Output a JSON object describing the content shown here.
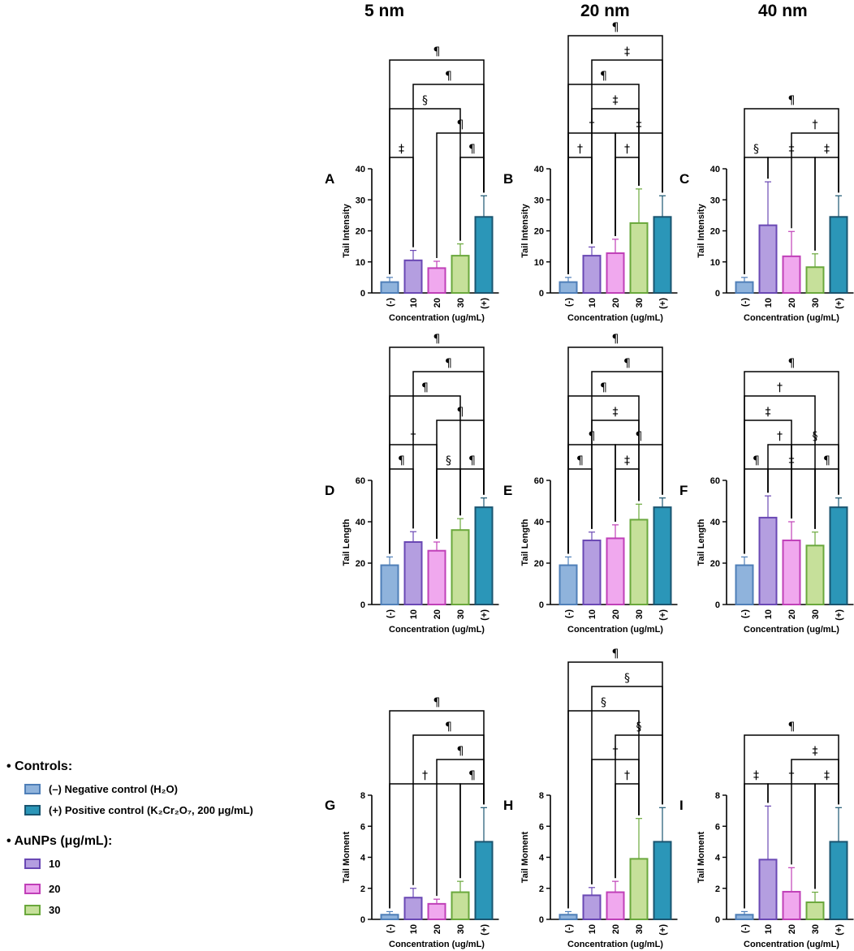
{
  "column_headers": [
    "5 nm",
    "20 nm",
    "40 nm"
  ],
  "legend": {
    "controls_title": "Controls:",
    "negative_label": "(–) Negative control (H₂O)",
    "positive_label": "(+) Positive control (K₂Cr₂O₇, 200 μg/mL)",
    "aunps_title": "AuNPs (μg/mL):",
    "dose_labels": [
      "10",
      "20",
      "30"
    ]
  },
  "colors": {
    "negative": {
      "fill": "#8fb3dc",
      "stroke": "#4f7fb8"
    },
    "d10": {
      "fill": "#b49ee0",
      "stroke": "#6a48b4"
    },
    "d20": {
      "fill": "#f0a8ee",
      "stroke": "#c040b8"
    },
    "d30": {
      "fill": "#c6e09a",
      "stroke": "#6aa83c"
    },
    "positive": {
      "fill": "#2b96b8",
      "stroke": "#1a5570"
    }
  },
  "chart_data": [
    {
      "panel": "A",
      "type": "bar",
      "ylabel": "Tail Intensity",
      "xlabel": "Concentration (ug/mL)",
      "categories": [
        "(-)",
        "10",
        "20",
        "30",
        "(+)"
      ],
      "values": [
        3.5,
        10.5,
        8,
        12,
        24.5
      ],
      "errors": [
        1.5,
        3.2,
        2.2,
        3.8,
        6.8
      ],
      "ylim": [
        0,
        40
      ],
      "yticks": [
        0,
        10,
        20,
        30,
        40
      ],
      "brackets": [
        {
          "from": 0,
          "to": 1,
          "label": "‡",
          "level": 0
        },
        {
          "from": 3,
          "to": 4,
          "label": "¶",
          "level": 0
        },
        {
          "from": 2,
          "to": 4,
          "label": "¶",
          "level": 1
        },
        {
          "from": 0,
          "to": 3,
          "label": "§",
          "level": 2
        },
        {
          "from": 1,
          "to": 4,
          "label": "¶",
          "level": 3
        },
        {
          "from": 0,
          "to": 4,
          "label": "¶",
          "level": 4
        }
      ]
    },
    {
      "panel": "B",
      "type": "bar",
      "ylabel": "Tail Intensity",
      "xlabel": "Concentration (ug/mL)",
      "categories": [
        "(-)",
        "10",
        "20",
        "30",
        "(+)"
      ],
      "values": [
        3.5,
        12,
        12.8,
        22.5,
        24.5
      ],
      "errors": [
        1.5,
        2.8,
        4.5,
        11,
        6.8
      ],
      "ylim": [
        0,
        40
      ],
      "yticks": [
        0,
        10,
        20,
        30,
        40
      ],
      "brackets": [
        {
          "from": 0,
          "to": 1,
          "label": "†",
          "level": 0
        },
        {
          "from": 2,
          "to": 3,
          "label": "†",
          "level": 0
        },
        {
          "from": 0,
          "to": 2,
          "label": "†",
          "level": 1
        },
        {
          "from": 2,
          "to": 4,
          "label": "‡",
          "level": 1
        },
        {
          "from": 1,
          "to": 3,
          "label": "‡",
          "level": 2
        },
        {
          "from": 0,
          "to": 3,
          "label": "¶",
          "level": 3
        },
        {
          "from": 1,
          "to": 4,
          "label": "‡",
          "level": 4
        },
        {
          "from": 0,
          "to": 4,
          "label": "¶",
          "level": 5
        }
      ]
    },
    {
      "panel": "C",
      "type": "bar",
      "ylabel": "Tail Intensity",
      "xlabel": "Concentration (ug/mL)",
      "categories": [
        "(-)",
        "10",
        "20",
        "30",
        "(+)"
      ],
      "values": [
        3.5,
        21.8,
        11.8,
        8.3,
        24.5
      ],
      "errors": [
        1.5,
        14,
        8,
        4.3,
        6.8
      ],
      "ylim": [
        0,
        40
      ],
      "yticks": [
        0,
        10,
        20,
        30,
        40
      ],
      "brackets": [
        {
          "from": 0,
          "to": 1,
          "label": "§",
          "level": 0
        },
        {
          "from": 1,
          "to": 3,
          "label": "‡",
          "level": 0
        },
        {
          "from": 3,
          "to": 4,
          "label": "‡",
          "level": 0
        },
        {
          "from": 2,
          "to": 4,
          "label": "†",
          "level": 1
        },
        {
          "from": 0,
          "to": 4,
          "label": "¶",
          "level": 2
        }
      ]
    },
    {
      "panel": "D",
      "type": "bar",
      "ylabel": "Tail Length",
      "xlabel": "Concentration (ug/mL)",
      "categories": [
        "(-)",
        "10",
        "20",
        "30",
        "(+)"
      ],
      "values": [
        19,
        30.2,
        26,
        36,
        47
      ],
      "errors": [
        4,
        5,
        4.2,
        5.5,
        4.5
      ],
      "ylim": [
        0,
        60
      ],
      "yticks": [
        0,
        20,
        40,
        60
      ],
      "brackets": [
        {
          "from": 0,
          "to": 1,
          "label": "¶",
          "level": 0
        },
        {
          "from": 2,
          "to": 3,
          "label": "§",
          "level": 0
        },
        {
          "from": 3,
          "to": 4,
          "label": "¶",
          "level": 0
        },
        {
          "from": 0,
          "to": 2,
          "label": "†",
          "level": 1
        },
        {
          "from": 2,
          "to": 4,
          "label": "¶",
          "level": 2
        },
        {
          "from": 0,
          "to": 3,
          "label": "¶",
          "level": 3
        },
        {
          "from": 1,
          "to": 4,
          "label": "¶",
          "level": 4
        },
        {
          "from": 0,
          "to": 4,
          "label": "¶",
          "level": 5
        }
      ]
    },
    {
      "panel": "E",
      "type": "bar",
      "ylabel": "Tail Length",
      "xlabel": "Concentration (ug/mL)",
      "categories": [
        "(-)",
        "10",
        "20",
        "30",
        "(+)"
      ],
      "values": [
        19,
        31,
        32,
        41,
        47
      ],
      "errors": [
        4,
        4,
        6.5,
        7.5,
        4.5
      ],
      "ylim": [
        0,
        60
      ],
      "yticks": [
        0,
        20,
        40,
        60
      ],
      "brackets": [
        {
          "from": 0,
          "to": 1,
          "label": "¶",
          "level": 0
        },
        {
          "from": 2,
          "to": 3,
          "label": "‡",
          "level": 0
        },
        {
          "from": 0,
          "to": 2,
          "label": "¶",
          "level": 1
        },
        {
          "from": 2,
          "to": 4,
          "label": "¶",
          "level": 1
        },
        {
          "from": 1,
          "to": 3,
          "label": "‡",
          "level": 2
        },
        {
          "from": 0,
          "to": 3,
          "label": "¶",
          "level": 3
        },
        {
          "from": 1,
          "to": 4,
          "label": "¶",
          "level": 4
        },
        {
          "from": 0,
          "to": 4,
          "label": "¶",
          "level": 5
        }
      ]
    },
    {
      "panel": "F",
      "type": "bar",
      "ylabel": "Tail Length",
      "xlabel": "Concentration (ug/mL)",
      "categories": [
        "(-)",
        "10",
        "20",
        "30",
        "(+)"
      ],
      "values": [
        19,
        42,
        31,
        28.5,
        47
      ],
      "errors": [
        4,
        10.5,
        9,
        6.5,
        4.5
      ],
      "ylim": [
        0,
        60
      ],
      "yticks": [
        0,
        20,
        40,
        60
      ],
      "brackets": [
        {
          "from": 0,
          "to": 1,
          "label": "¶",
          "level": 0
        },
        {
          "from": 1,
          "to": 3,
          "label": "‡",
          "level": 0
        },
        {
          "from": 3,
          "to": 4,
          "label": "¶",
          "level": 0
        },
        {
          "from": 1,
          "to": 2,
          "label": "†",
          "level": 1
        },
        {
          "from": 2,
          "to": 4,
          "label": "§",
          "level": 1
        },
        {
          "from": 0,
          "to": 2,
          "label": "‡",
          "level": 2
        },
        {
          "from": 0,
          "to": 3,
          "label": "†",
          "level": 3
        },
        {
          "from": 0,
          "to": 4,
          "label": "¶",
          "level": 4
        }
      ]
    },
    {
      "panel": "G",
      "type": "bar",
      "ylabel": "Tail Moment",
      "xlabel": "Concentration (ug/mL)",
      "categories": [
        "(-)",
        "10",
        "20",
        "30",
        "(+)"
      ],
      "values": [
        0.3,
        1.4,
        1.0,
        1.75,
        5.0
      ],
      "errors": [
        0.2,
        0.6,
        0.3,
        0.7,
        2.2
      ],
      "ylim": [
        0,
        8
      ],
      "yticks": [
        0,
        2,
        4,
        6,
        8
      ],
      "brackets": [
        {
          "from": 0,
          "to": 3,
          "label": "†",
          "level": 0
        },
        {
          "from": 3,
          "to": 4,
          "label": "¶",
          "level": 0
        },
        {
          "from": 2,
          "to": 4,
          "label": "¶",
          "level": 1
        },
        {
          "from": 1,
          "to": 4,
          "label": "¶",
          "level": 2
        },
        {
          "from": 0,
          "to": 4,
          "label": "¶",
          "level": 3
        }
      ]
    },
    {
      "panel": "H",
      "type": "bar",
      "ylabel": "Tail Moment",
      "xlabel": "Concentration (ug/mL)",
      "categories": [
        "(-)",
        "10",
        "20",
        "30",
        "(+)"
      ],
      "values": [
        0.3,
        1.55,
        1.75,
        3.9,
        5.0
      ],
      "errors": [
        0.2,
        0.5,
        0.7,
        2.6,
        2.2
      ],
      "ylim": [
        0,
        8
      ],
      "yticks": [
        0,
        2,
        4,
        6,
        8
      ],
      "brackets": [
        {
          "from": 2,
          "to": 3,
          "label": "†",
          "level": 0
        },
        {
          "from": 1,
          "to": 3,
          "label": "†",
          "level": 1
        },
        {
          "from": 2,
          "to": 4,
          "label": "§",
          "level": 2
        },
        {
          "from": 0,
          "to": 3,
          "label": "§",
          "level": 3
        },
        {
          "from": 1,
          "to": 4,
          "label": "§",
          "level": 4
        },
        {
          "from": 0,
          "to": 4,
          "label": "¶",
          "level": 5
        }
      ]
    },
    {
      "panel": "I",
      "type": "bar",
      "ylabel": "Tail Moment",
      "xlabel": "Concentration (ug/mL)",
      "categories": [
        "(-)",
        "10",
        "20",
        "30",
        "(+)"
      ],
      "values": [
        0.3,
        3.85,
        1.78,
        1.1,
        5.0
      ],
      "errors": [
        0.2,
        3.45,
        1.55,
        0.65,
        2.2
      ],
      "ylim": [
        0,
        8
      ],
      "yticks": [
        0,
        2,
        4,
        6,
        8
      ],
      "brackets": [
        {
          "from": 0,
          "to": 1,
          "label": "‡",
          "level": 0
        },
        {
          "from": 1,
          "to": 3,
          "label": "†",
          "level": 0
        },
        {
          "from": 3,
          "to": 4,
          "label": "‡",
          "level": 0
        },
        {
          "from": 2,
          "to": 4,
          "label": "‡",
          "level": 1
        },
        {
          "from": 0,
          "to": 4,
          "label": "¶",
          "level": 2
        }
      ]
    }
  ]
}
